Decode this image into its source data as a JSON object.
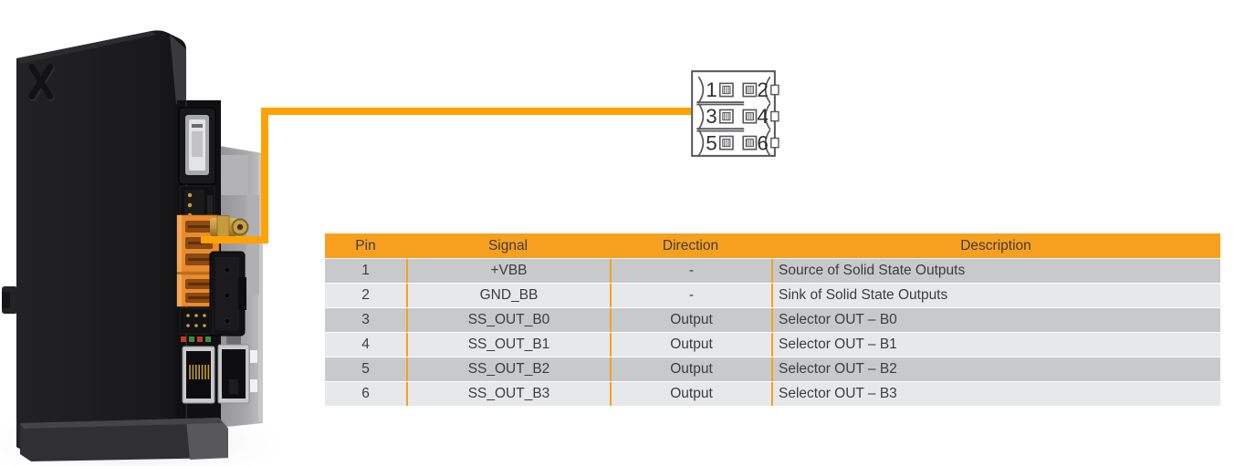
{
  "device": {
    "logo": "X",
    "description": "DIN-rail industrial controller photo with orange I/O terminal block, SMA antenna connector, USB port and two RJ45 ports"
  },
  "connector": {
    "pins": [
      "1",
      "2",
      "3",
      "4",
      "5",
      "6"
    ]
  },
  "colors": {
    "accent_orange": "#F7A01F",
    "leader_line_orange": "#FFA303",
    "row_dark": "#C8C9CB",
    "row_light": "#E7E8EA",
    "text": "#3D3D3D"
  },
  "pinout_table": {
    "headers": [
      "Pin",
      "Signal",
      "Direction",
      "Description"
    ],
    "rows": [
      {
        "pin": "1",
        "signal": "+VBB",
        "direction": "-",
        "description": "Source of Solid State Outputs"
      },
      {
        "pin": "2",
        "signal": "GND_BB",
        "direction": "-",
        "description": "Sink of Solid State Outputs"
      },
      {
        "pin": "3",
        "signal": "SS_OUT_B0",
        "direction": "Output",
        "description": "Selector OUT – B0"
      },
      {
        "pin": "4",
        "signal": "SS_OUT_B1",
        "direction": "Output",
        "description": "Selector OUT – B1"
      },
      {
        "pin": "5",
        "signal": "SS_OUT_B2",
        "direction": "Output",
        "description": "Selector OUT – B2"
      },
      {
        "pin": "6",
        "signal": "SS_OUT_B3",
        "direction": "Output",
        "description": "Selector OUT – B3"
      }
    ]
  }
}
